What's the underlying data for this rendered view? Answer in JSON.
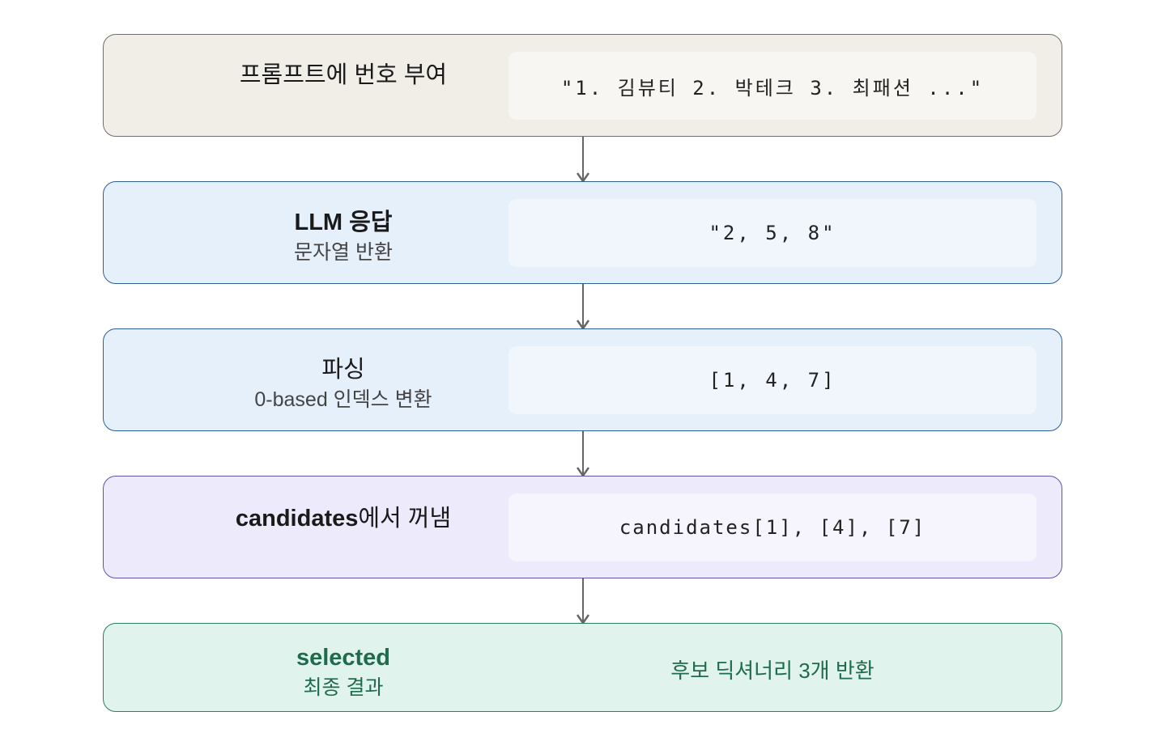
{
  "steps": [
    {
      "title": "프롬프트에 번호 부여",
      "subtitle": "",
      "detail": "\"1. 김뷰티 2. 박테크 3. 최패션 ...\""
    },
    {
      "title": "LLM 응답",
      "subtitle": "문자열 반환",
      "detail": "\"2, 5, 8\""
    },
    {
      "title": "파싱",
      "subtitle": "0-based 인덱스 변환",
      "detail": "[1, 4, 7]"
    },
    {
      "title_bold": "candidates",
      "title_rest": "에서 꺼냄",
      "subtitle": "",
      "detail": "candidates[1], [4], [7]"
    },
    {
      "title": "selected",
      "subtitle": "최종 결과",
      "detail": "후보 딕셔너리 3개 반환"
    }
  ],
  "colors": {
    "step1_fill": "#f1eee8",
    "step2_fill": "#e6f0fb",
    "step3_fill": "#e6f0fb",
    "step4_fill": "#edebfb",
    "step5_fill": "#e0f3ec",
    "connector": "#666666"
  }
}
